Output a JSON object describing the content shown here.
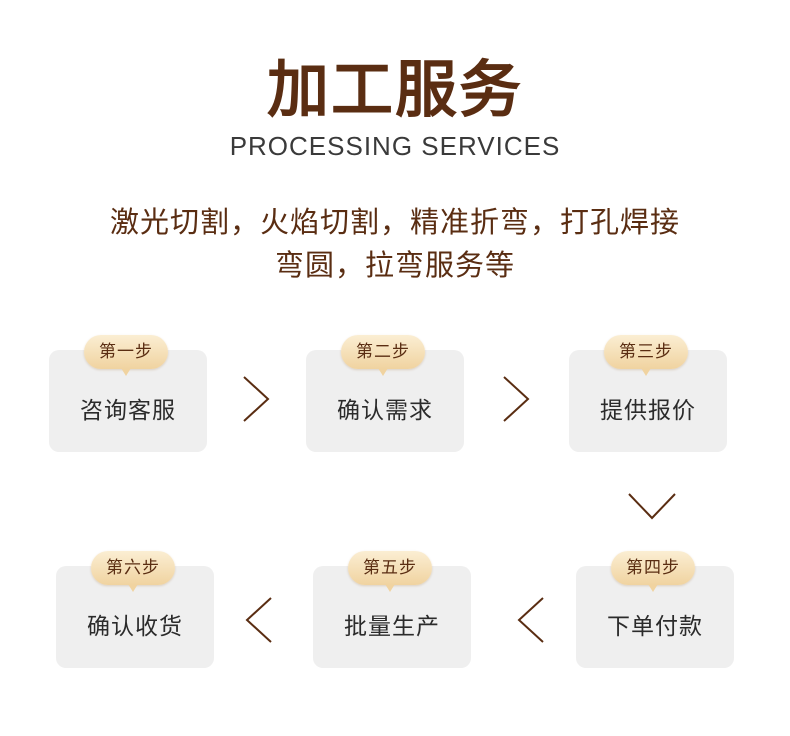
{
  "header": {
    "title": "加工服务",
    "subtitle": "PROCESSING SERVICES"
  },
  "description": {
    "line1": "激光切割，火焰切割，精准折弯，打孔焊接",
    "line2": "弯圆，拉弯服务等"
  },
  "steps": [
    {
      "badge": "第一步",
      "label": "咨询客服"
    },
    {
      "badge": "第二步",
      "label": "确认需求"
    },
    {
      "badge": "第三步",
      "label": "提供报价"
    },
    {
      "badge": "第四步",
      "label": "下单付款"
    },
    {
      "badge": "第五步",
      "label": "批量生产"
    },
    {
      "badge": "第六步",
      "label": "确认收货"
    }
  ],
  "colors": {
    "title": "#5a2d12",
    "badge": "#f0d3a0",
    "box": "#efefef",
    "arrow": "#5a2d12"
  },
  "icons": {
    "arrow_right": "chevron-right-icon",
    "arrow_left": "chevron-left-icon",
    "arrow_down": "chevron-down-icon"
  }
}
